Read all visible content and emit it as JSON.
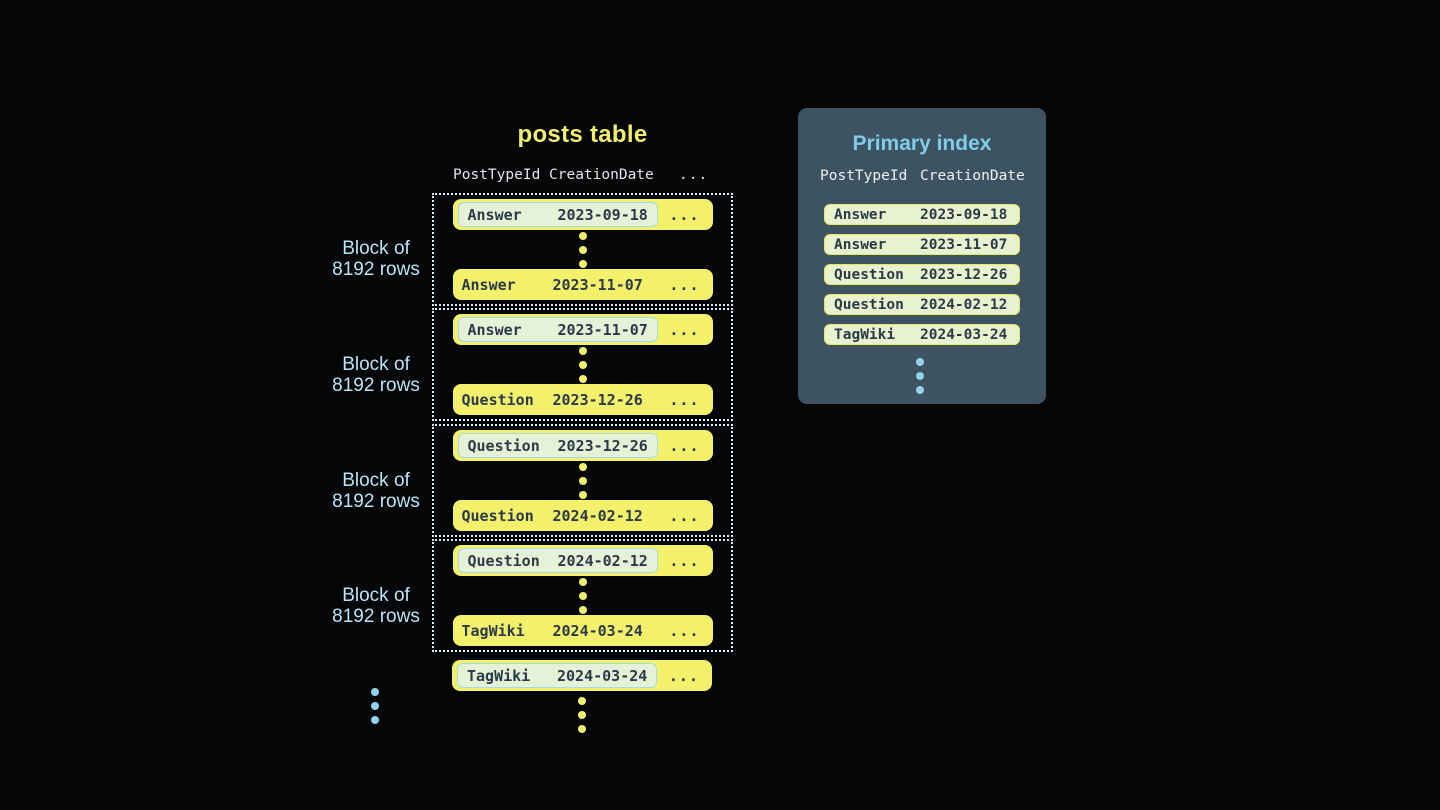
{
  "posts_table": {
    "title": "posts table",
    "columns": [
      "PostTypeId",
      "CreationDate"
    ],
    "ellipsis": "...",
    "block_label": [
      "Block of",
      "8192 rows"
    ],
    "blocks": [
      {
        "first": {
          "type": "Answer",
          "date": "2023-09-18"
        },
        "last": {
          "type": "Answer",
          "date": "2023-11-07"
        }
      },
      {
        "first": {
          "type": "Answer",
          "date": "2023-11-07"
        },
        "last": {
          "type": "Question",
          "date": "2023-12-26"
        }
      },
      {
        "first": {
          "type": "Question",
          "date": "2023-12-26"
        },
        "last": {
          "type": "Question",
          "date": "2024-02-12"
        }
      },
      {
        "first": {
          "type": "Question",
          "date": "2024-02-12"
        },
        "last": {
          "type": "TagWiki",
          "date": "2024-03-24"
        }
      }
    ],
    "overflow_row": {
      "type": "TagWiki",
      "date": "2024-03-24"
    }
  },
  "primary_index": {
    "title": "Primary index",
    "columns": [
      "PostTypeId",
      "CreationDate"
    ],
    "rows": [
      {
        "type": "Answer",
        "date": "2023-09-18"
      },
      {
        "type": "Answer",
        "date": "2023-11-07"
      },
      {
        "type": "Question",
        "date": "2023-12-26"
      },
      {
        "type": "Question",
        "date": "2024-02-12"
      },
      {
        "type": "TagWiki",
        "date": "2024-03-24"
      }
    ]
  },
  "colors": {
    "background": "#050608",
    "row_yellow": "#f3f06c",
    "text_navy": "#2b3a48",
    "highlight_green": "#e5f2d8",
    "highlight_border_cyan": "#a5dcec",
    "index_row_green": "#e8f2cf",
    "index_row_border_yellow": "#e6e75f",
    "panel_slate": "#3e5361",
    "panel_title_blue": "#80cce9",
    "block_label_blue": "#b9e3f6",
    "dotted_border": "#d9eef8",
    "blue_dot": "#92d4ef"
  }
}
